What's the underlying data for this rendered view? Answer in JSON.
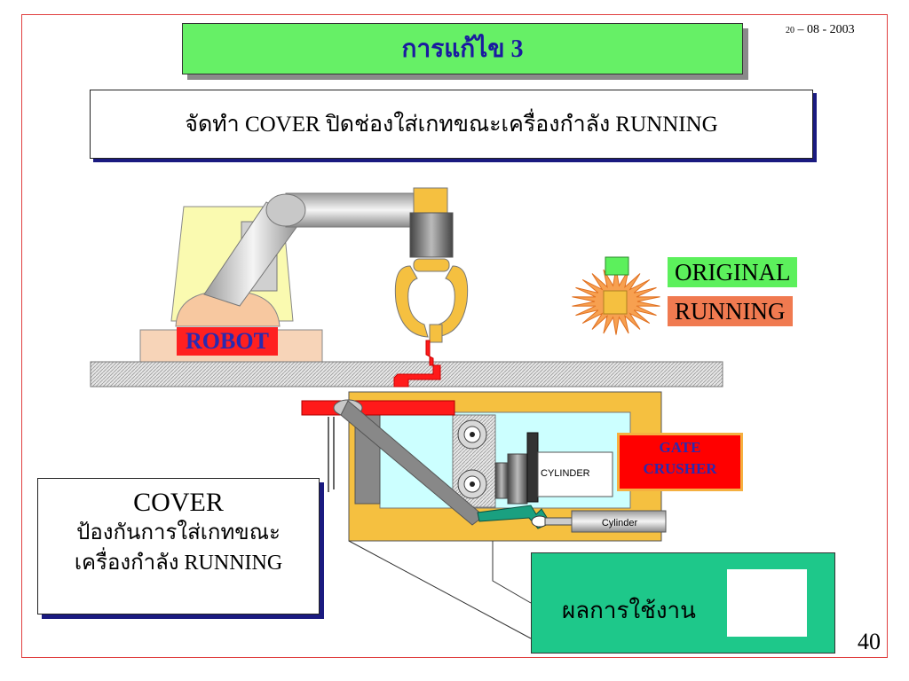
{
  "title": "การแก้ไข 3",
  "date": {
    "day": "20",
    "rest": " – 08 - 2003"
  },
  "subtitle": "จัดทำ COVER ปิดช่องใส่เกทขณะเครื่องกำลัง RUNNING",
  "labels": {
    "robot": "ROBOT",
    "original": "ORIGINAL",
    "running": "RUNNING",
    "gate_line1": "GATE",
    "gate_line2": "CRUSHER",
    "cylinder": "CYLINDER",
    "cylinder_small": "Cylinder"
  },
  "cover_note": {
    "title": "COVER",
    "line1": "ป้องกันการใส่เกทขณะ",
    "line2": "เครื่องกำลัง RUNNING"
  },
  "result": {
    "label": "ผลการใช้งาน"
  },
  "page_number": "40",
  "colors": {
    "title_bg": "#66f066",
    "title_text": "#1a1aa0",
    "original_bg": "#5cf05c",
    "running_bg": "#f07a50",
    "result_bg": "#1ec88a",
    "frame_border": "#e04040"
  }
}
